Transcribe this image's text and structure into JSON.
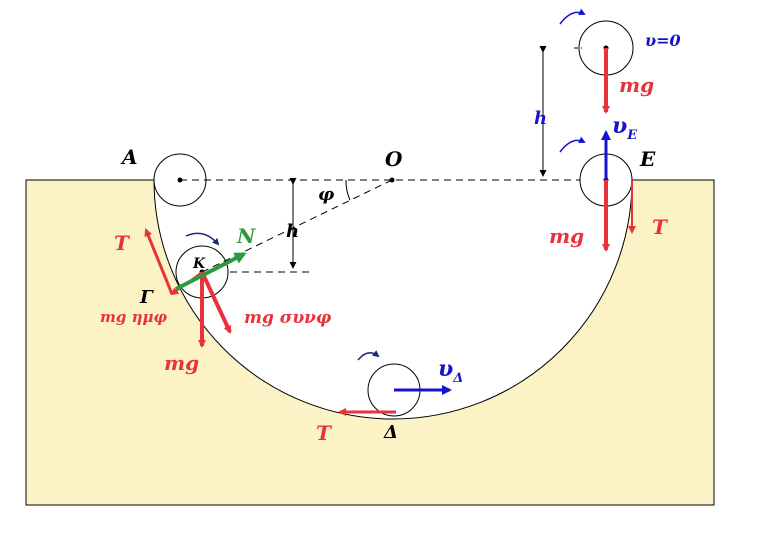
{
  "labels": {
    "A": "A",
    "O": "O",
    "E": "E",
    "K": "K",
    "Gamma": "Γ",
    "Delta": "Δ",
    "phi": "φ",
    "h_left": "h",
    "h_right": "h",
    "N": "N",
    "T_left": "T",
    "T_bottom": "T",
    "T_right": "T",
    "mg_left": "mg",
    "mg_right": "mg",
    "mg_top": "mg",
    "mg_sin": "mg ημφ",
    "mg_cos": "mg συνφ",
    "v_zero": "υ=0",
    "v_E": "υ",
    "v_E_sub": "E",
    "v_D": "υ",
    "v_D_sub": "Δ"
  },
  "colors": {
    "ground": "#fbf3c6",
    "red": "#e8323c",
    "blue": "#1414cc",
    "green": "#2a9a3c",
    "dark_blue": "#1c2a6e"
  }
}
